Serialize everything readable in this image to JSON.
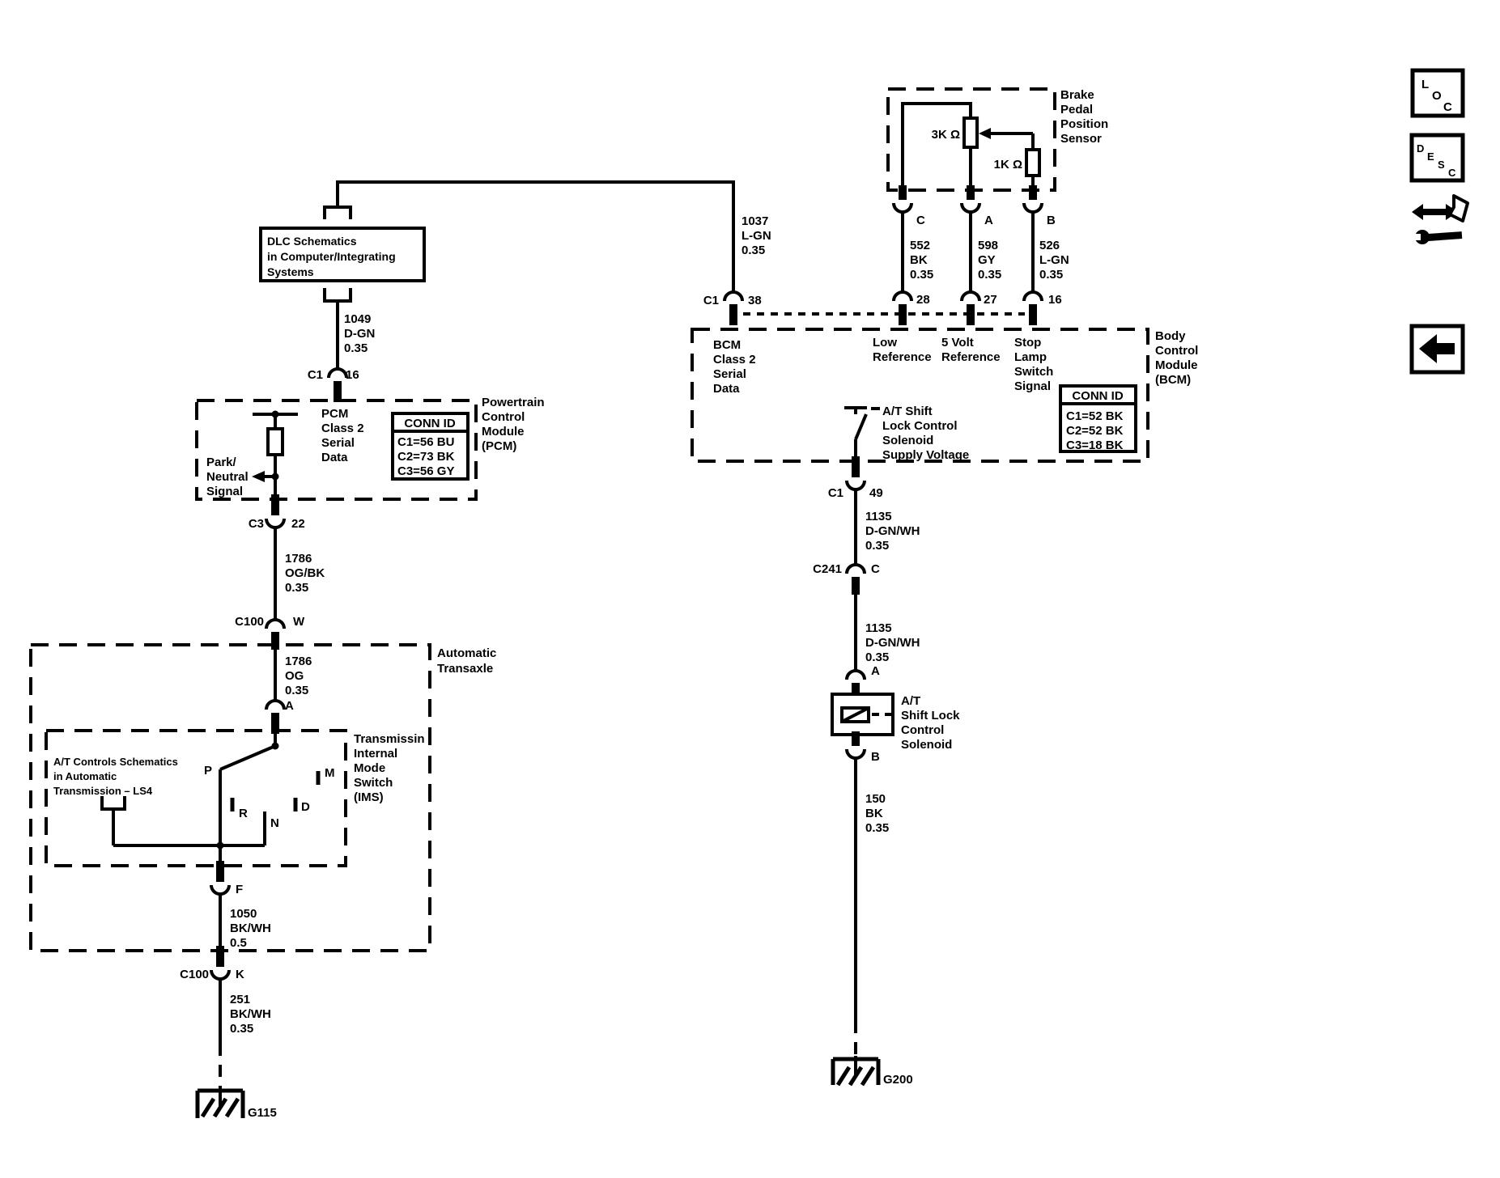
{
  "colors": {
    "ink": "#000000",
    "paper": "#ffffff"
  },
  "toolbar": {
    "loc": {
      "l1": "L",
      "l2": "O",
      "l3": "C"
    },
    "desc": {
      "l1": "D",
      "l2": "E",
      "l3": "S",
      "l4": "C"
    }
  },
  "refs": {
    "dlc": [
      "DLC Schematics",
      "in Computer/Integrating",
      "Systems"
    ],
    "at_controls": [
      "A/T Controls Schematics",
      "in Automatic",
      "Transmission – LS4"
    ]
  },
  "bpps": {
    "title": [
      "Brake",
      "Pedal",
      "Position",
      "Sensor"
    ],
    "r3k": "3K Ω",
    "r1k": "1K Ω",
    "pin_c": "C",
    "pin_a": "A",
    "pin_b": "B"
  },
  "bcm": {
    "title": [
      "Body",
      "Control",
      "Module",
      "(BCM)"
    ],
    "class2": [
      "BCM",
      "Class 2",
      "Serial",
      "Data"
    ],
    "low_ref": [
      "Low",
      "Reference"
    ],
    "five_volt_ref": [
      "5 Volt",
      "Reference"
    ],
    "stop_lamp": [
      "Stop",
      "Lamp",
      "Switch",
      "Signal"
    ],
    "shift_lock": [
      "A/T Shift",
      "Lock Control",
      "Solenoid",
      "Supply Voltage"
    ],
    "conn_id": {
      "title": "CONN ID",
      "rows": [
        "C1=52 BK",
        "C2=52 BK",
        "C3=18 BK"
      ]
    },
    "conn_c1": "C1",
    "pin_38": "38",
    "pin_28": "28",
    "pin_27": "27",
    "pin_16": "16",
    "conn_c1_out": "C1",
    "pin_49": "49"
  },
  "pcm": {
    "title": [
      "Powertrain",
      "Control",
      "Module",
      "(PCM)"
    ],
    "class2": [
      "PCM",
      "Class 2",
      "Serial",
      "Data"
    ],
    "park_neutral": [
      "Park/",
      "Neutral",
      "Signal"
    ],
    "conn_id": {
      "title": "CONN ID",
      "rows": [
        "C1=56 BU",
        "C2=73 BK",
        "C3=56 GY"
      ]
    },
    "conn_c1": "C1",
    "pin_16": "16",
    "conn_c3": "C3",
    "pin_22": "22"
  },
  "transaxle": {
    "title": [
      "Automatic",
      "Transaxle"
    ]
  },
  "ims": {
    "title": [
      "Transmissin",
      "Internal",
      "Mode",
      "Switch",
      "(IMS)"
    ],
    "pin_a": "A",
    "pin_f": "F",
    "pos_p": "P",
    "pos_r": "R",
    "pos_n": "N",
    "pos_d": "D",
    "pos_m": "M"
  },
  "solenoid": {
    "title": [
      "A/T",
      "Shift Lock",
      "Control",
      "Solenoid"
    ],
    "pin_a": "A",
    "pin_b": "B"
  },
  "inline_connectors": {
    "c100_w": {
      "name": "C100",
      "pin": "W"
    },
    "c100_k": {
      "name": "C100",
      "pin": "K"
    },
    "c241": {
      "name": "C241",
      "pin": "C"
    }
  },
  "wires": {
    "w1049": [
      "1049",
      "D-GN",
      "0.35"
    ],
    "w1037": [
      "1037",
      "L-GN",
      "0.35"
    ],
    "w552": [
      "552",
      "BK",
      "0.35"
    ],
    "w598": [
      "598",
      "GY",
      "0.35"
    ],
    "w526": [
      "526",
      "L-GN",
      "0.35"
    ],
    "w1786_ogbk": [
      "1786",
      "OG/BK",
      "0.35"
    ],
    "w1786_og": [
      "1786",
      "OG",
      "0.35"
    ],
    "w1050": [
      "1050",
      "BK/WH",
      "0.5"
    ],
    "w251": [
      "251",
      "BK/WH",
      "0.35"
    ],
    "w1135_a": [
      "1135",
      "D-GN/WH",
      "0.35"
    ],
    "w1135_b": [
      "1135",
      "D-GN/WH",
      "0.35"
    ],
    "w150": [
      "150",
      "BK",
      "0.35"
    ]
  },
  "grounds": {
    "g115": "G115",
    "g200": "G200"
  }
}
